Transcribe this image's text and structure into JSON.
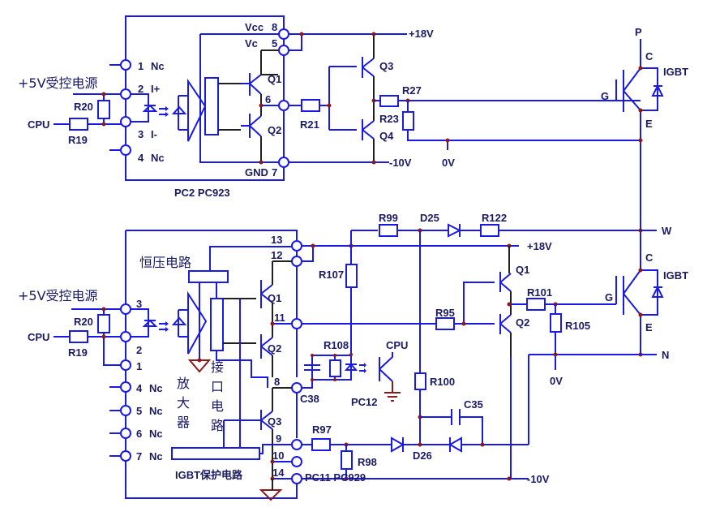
{
  "diagram": {
    "type": "circuit-schematic",
    "title": "IGBT gate driver with optocouplers PC923 / PC929"
  },
  "top_circuit": {
    "supply_label": "+5V受控电源",
    "cpu_label": "CPU",
    "resistors": {
      "r20": "R20",
      "r19": "R19",
      "r21": "R21",
      "r27": "R27",
      "r23": "R23"
    },
    "pins": [
      {
        "num": "1",
        "name": "Nc"
      },
      {
        "num": "2",
        "name": "I+"
      },
      {
        "num": "3",
        "name": "I-"
      },
      {
        "num": "4",
        "name": "Nc"
      },
      {
        "num": "8",
        "name": "Vcc"
      },
      {
        "num": "5",
        "name": "Vc"
      },
      {
        "num": "6",
        "name": ""
      },
      {
        "num": "7",
        "name": "GND"
      }
    ],
    "transistors": {
      "q1": "Q1",
      "q2": "Q2",
      "q3": "Q3",
      "q4": "Q4"
    },
    "rail_pos": "+18V",
    "rail_neg": "-10V",
    "rail_zero": "0V",
    "ic_label": "PC2  PC923",
    "igbt": {
      "label": "IGBT",
      "c": "C",
      "g": "G",
      "e": "E",
      "node": "P"
    }
  },
  "bottom_circuit": {
    "supply_label": "+5V受控电源",
    "cpu_label": "CPU",
    "regulator_label": "恒压电路",
    "amp_label": "放大器",
    "interface_label": "接口电路",
    "protect_label": "IGBT保护电路",
    "resistors": {
      "r20": "R20",
      "r19": "R19",
      "r99": "R99",
      "r107": "R107",
      "r108": "R108",
      "r95": "R95",
      "r97": "R97",
      "r98": "R98",
      "r100": "R100",
      "r101": "R101",
      "r105": "R105",
      "r122": "R122"
    },
    "capacitors": {
      "c38": "C38",
      "c35": "C35"
    },
    "diodes": {
      "d25": "D25",
      "d26": "D26"
    },
    "pins_left": [
      {
        "num": "3",
        "name": ""
      },
      {
        "num": "2",
        "name": ""
      },
      {
        "num": "1",
        "name": ""
      },
      {
        "num": "4",
        "name": "Nc"
      },
      {
        "num": "5",
        "name": "Nc"
      },
      {
        "num": "6",
        "name": "Nc"
      },
      {
        "num": "7",
        "name": "Nc"
      }
    ],
    "pins_right": [
      "13",
      "12",
      "11",
      "8",
      "9",
      "10",
      "14"
    ],
    "transistors": {
      "q1": "Q1",
      "q2": "Q2",
      "q3": "Q3",
      "oq1": "Q1",
      "oq2": "Q2"
    },
    "pc12": "PC12",
    "pc12_cpu": "CPU",
    "rail_pos": "+18V",
    "rail_neg": "-10V",
    "rail_zero": "0V",
    "ic_label": "PC11  PC929",
    "igbt": {
      "label": "IGBT",
      "c": "C",
      "g": "G",
      "e": "E",
      "node_w": "W",
      "node_n": "N"
    }
  }
}
